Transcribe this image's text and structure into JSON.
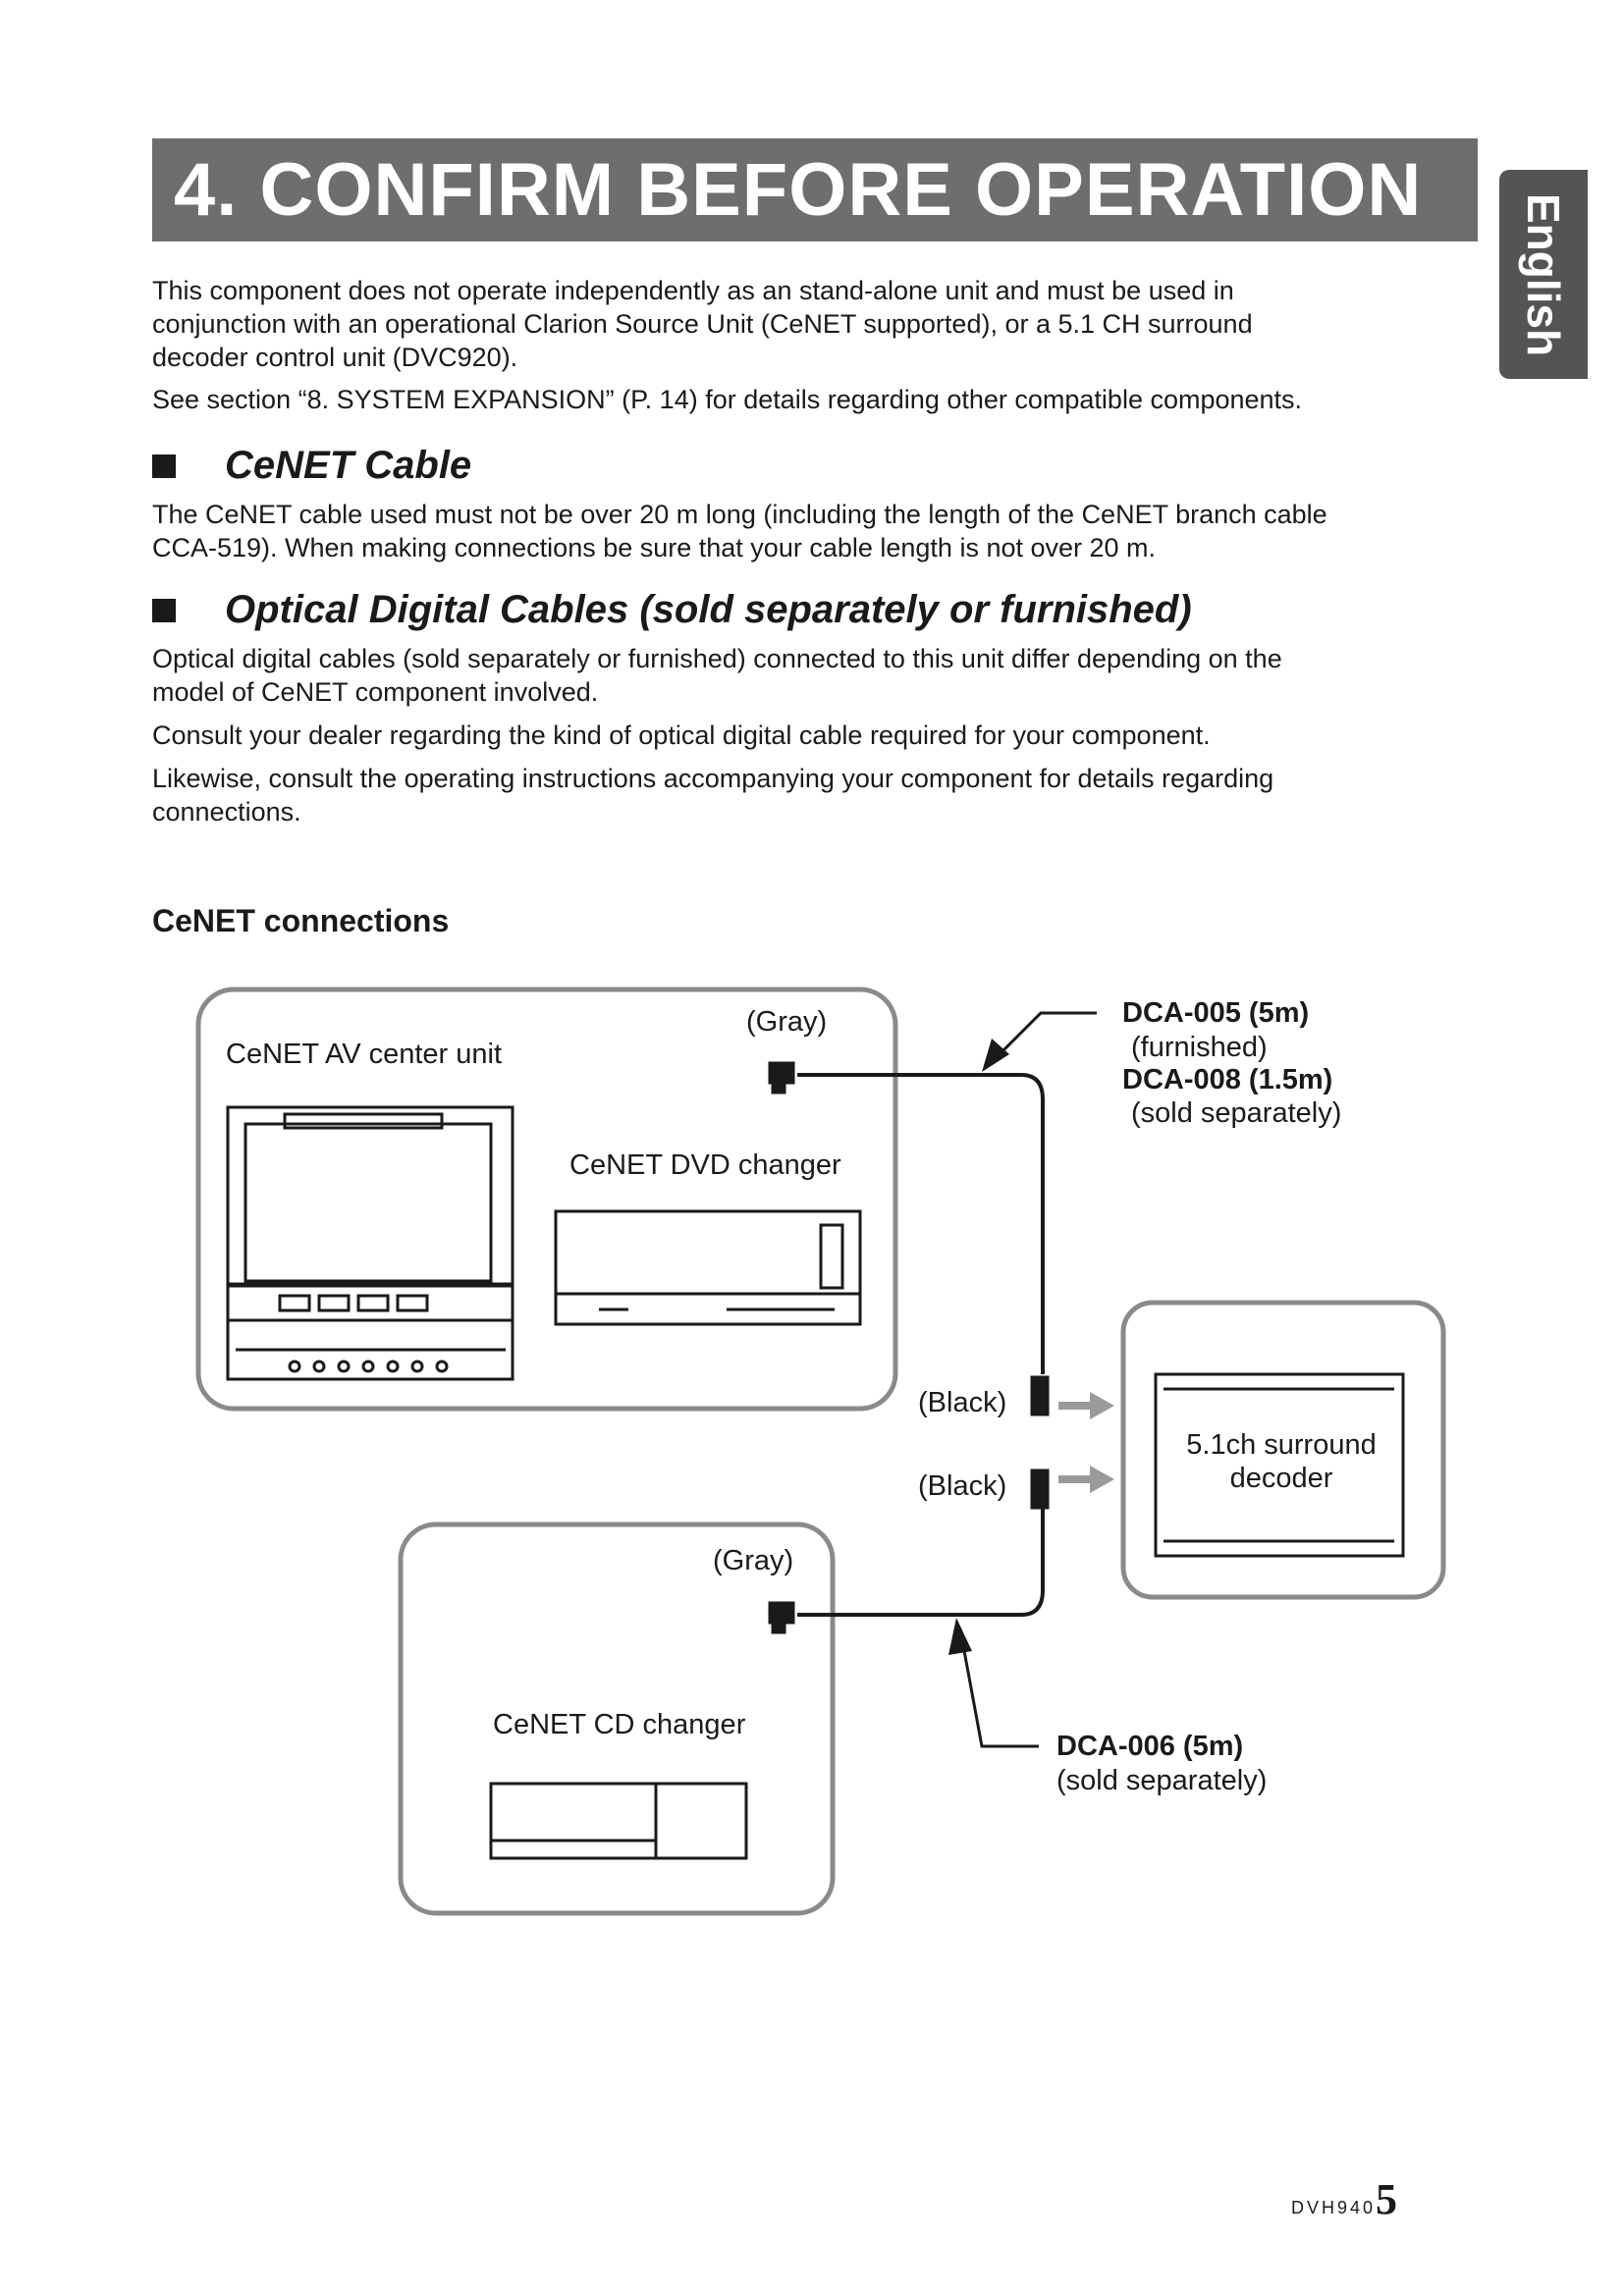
{
  "header": {
    "title": "4. CONFIRM BEFORE OPERATION",
    "language_tab": "English"
  },
  "intro": {
    "paragraph1": [
      "This component does not operate independently as an stand-alone unit and must be used in",
      "conjunction with an operational Clarion Source Unit (CeNET supported), or a 5.1 CH surround",
      "decoder control unit (DVC920)."
    ],
    "paragraph2": "See section “8. SYSTEM EXPANSION” (P. 14) for details regarding other compatible components."
  },
  "cenet_cable": {
    "heading": "CeNET Cable",
    "lines": [
      "The CeNET cable used must not be over 20 m long (including the length of the CeNET branch cable",
      "CCA-519). When making connections be sure that your cable length is not over 20 m."
    ]
  },
  "optical": {
    "heading": "Optical Digital Cables (sold separately or furnished)",
    "p1": [
      "Optical digital cables (sold separately or furnished) connected to this unit differ depending on the",
      "model of CeNET component involved."
    ],
    "p2": "Consult your dealer regarding the kind of optical digital cable required for your component.",
    "p3": [
      "Likewise, consult the operating instructions accompanying your component for details regarding",
      "connections."
    ]
  },
  "diagram": {
    "heading": "CeNET connections",
    "av_center_label": "CeNET AV center unit",
    "dvd_changer_label": "CeNET DVD changer",
    "cd_changer_label": "CeNET CD changer",
    "decoder_label_line1": "5.1ch surround",
    "decoder_label_line2": "decoder",
    "gray_top": "(Gray)",
    "gray_bottom": "(Gray)",
    "black_top": "(Black)",
    "black_bottom": "(Black)",
    "dca005": "DCA-005 (5m)",
    "dca005_note": "(furnished)",
    "dca008": "DCA-008 (1.5m)",
    "dca008_note": "(sold separately)",
    "dca006": "DCA-006 (5m)",
    "dca006_note": "(sold separately)"
  },
  "footer": {
    "model": "DVH940",
    "page": "5"
  }
}
